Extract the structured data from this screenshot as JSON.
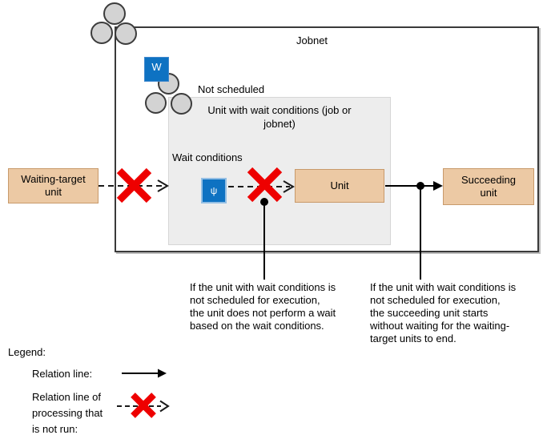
{
  "diagram": {
    "jobnet_label": "Jobnet",
    "not_scheduled_label": "Not scheduled",
    "unit_with_wait_label": "Unit with wait conditions (job or\njobnet)",
    "wait_conditions_label": "Wait conditions",
    "waiting_target_unit_label": "Waiting-target\nunit",
    "unit_label": "Unit",
    "succeeding_unit_label": "Succeeding\nunit",
    "wait_status_icon_glyph": "W",
    "wait_condition_icon_glyph": "ψ",
    "note_unit": "If the unit with wait conditions is\nnot scheduled for execution,\nthe unit does not perform a wait\nbased on the wait conditions.",
    "note_succeeding": "If the unit with wait conditions is\nnot scheduled for execution,\nthe succeeding unit starts\nwithout waiting for the waiting-\ntarget units to end."
  },
  "legend": {
    "title": "Legend:",
    "relation_line_label": "Relation line:",
    "not_run_line_label": "Relation line of\nprocessing that\nis not run:"
  },
  "colors": {
    "unit_box_fill": "#ECC9A4",
    "unit_box_border": "#C89A6B",
    "wait_icon_blue": "#0E72C2",
    "not_run_red": "#EE0000",
    "container_gray": "#EDEDED",
    "line_black": "#1A1A1A"
  }
}
